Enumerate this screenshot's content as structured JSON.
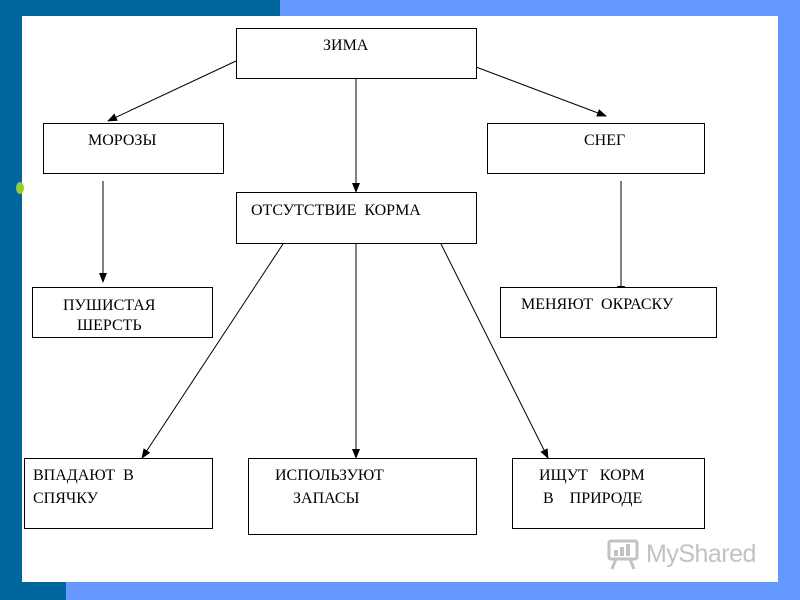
{
  "diagram": {
    "nodes": {
      "zima": "ЗИМА",
      "morozy": "МОРОЗЫ",
      "sneg": "СНЕГ",
      "otsutstvie": "ОТСУТСТВИЕ  КОРМА",
      "pushistaya": "ПУШИСТАЯ",
      "sherst": "ШЕРСТЬ",
      "menyayut": "МЕНЯЮТ  ОКРАСКУ",
      "vpadayut": "ВПАДАЮТ  В",
      "spyachku": "СПЯЧКУ",
      "ispolzuyut": "ИСПОЛЬЗУЮТ",
      "zapasy": "ЗАПАСЫ",
      "ishchut": "ИЩУТ   КОРМ",
      "v_prirode": "В    ПРИРОДЕ"
    },
    "edges": [
      [
        "zima",
        "morozy"
      ],
      [
        "zima",
        "otsutstvie"
      ],
      [
        "zima",
        "sneg"
      ],
      [
        "morozy",
        "pushistaya"
      ],
      [
        "sneg",
        "menyayut"
      ],
      [
        "otsutstvie",
        "vpadayut"
      ],
      [
        "otsutstvie",
        "ispolzuyut"
      ],
      [
        "otsutstvie",
        "ishchut"
      ]
    ]
  },
  "watermark": {
    "text": "MyShared",
    "icon": "presentation-board-icon"
  },
  "colors": {
    "dark_blue": "#00679e",
    "light_blue": "#6699ff",
    "bullet": "#99cc33",
    "watermark": "#c2c2c2"
  }
}
